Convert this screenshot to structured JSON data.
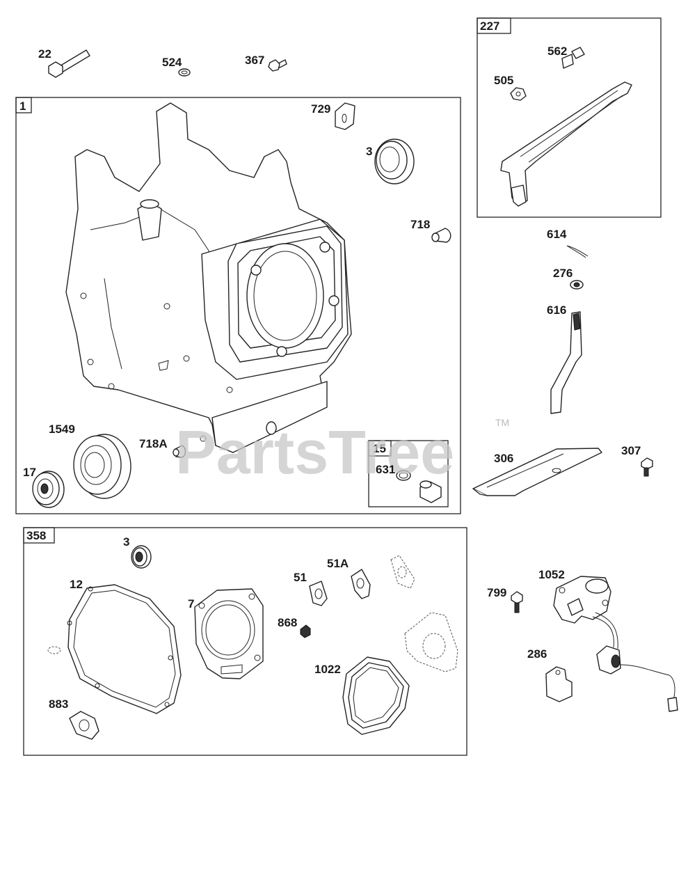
{
  "watermark": {
    "text": "PartsTree",
    "tm": "TM"
  },
  "groups": [
    {
      "id": "g1",
      "label": "1"
    },
    {
      "id": "g227",
      "label": "227"
    },
    {
      "id": "g15",
      "label": "15"
    },
    {
      "id": "g358",
      "label": "358"
    }
  ],
  "callouts": {
    "c22": "22",
    "c524": "524",
    "c367": "367",
    "c729": "729",
    "c3a": "3",
    "c718": "718",
    "c1549": "1549",
    "c718A": "718A",
    "c17": "17",
    "c631": "631",
    "c562": "562",
    "c505": "505",
    "c614": "614",
    "c276": "276",
    "c616": "616",
    "c306": "306",
    "c307": "307",
    "c3b": "3",
    "c12": "12",
    "c7": "7",
    "c51": "51",
    "c51A": "51A",
    "c868": "868",
    "c1022": "1022",
    "c883": "883",
    "c799": "799",
    "c1052": "1052",
    "c286": "286"
  }
}
